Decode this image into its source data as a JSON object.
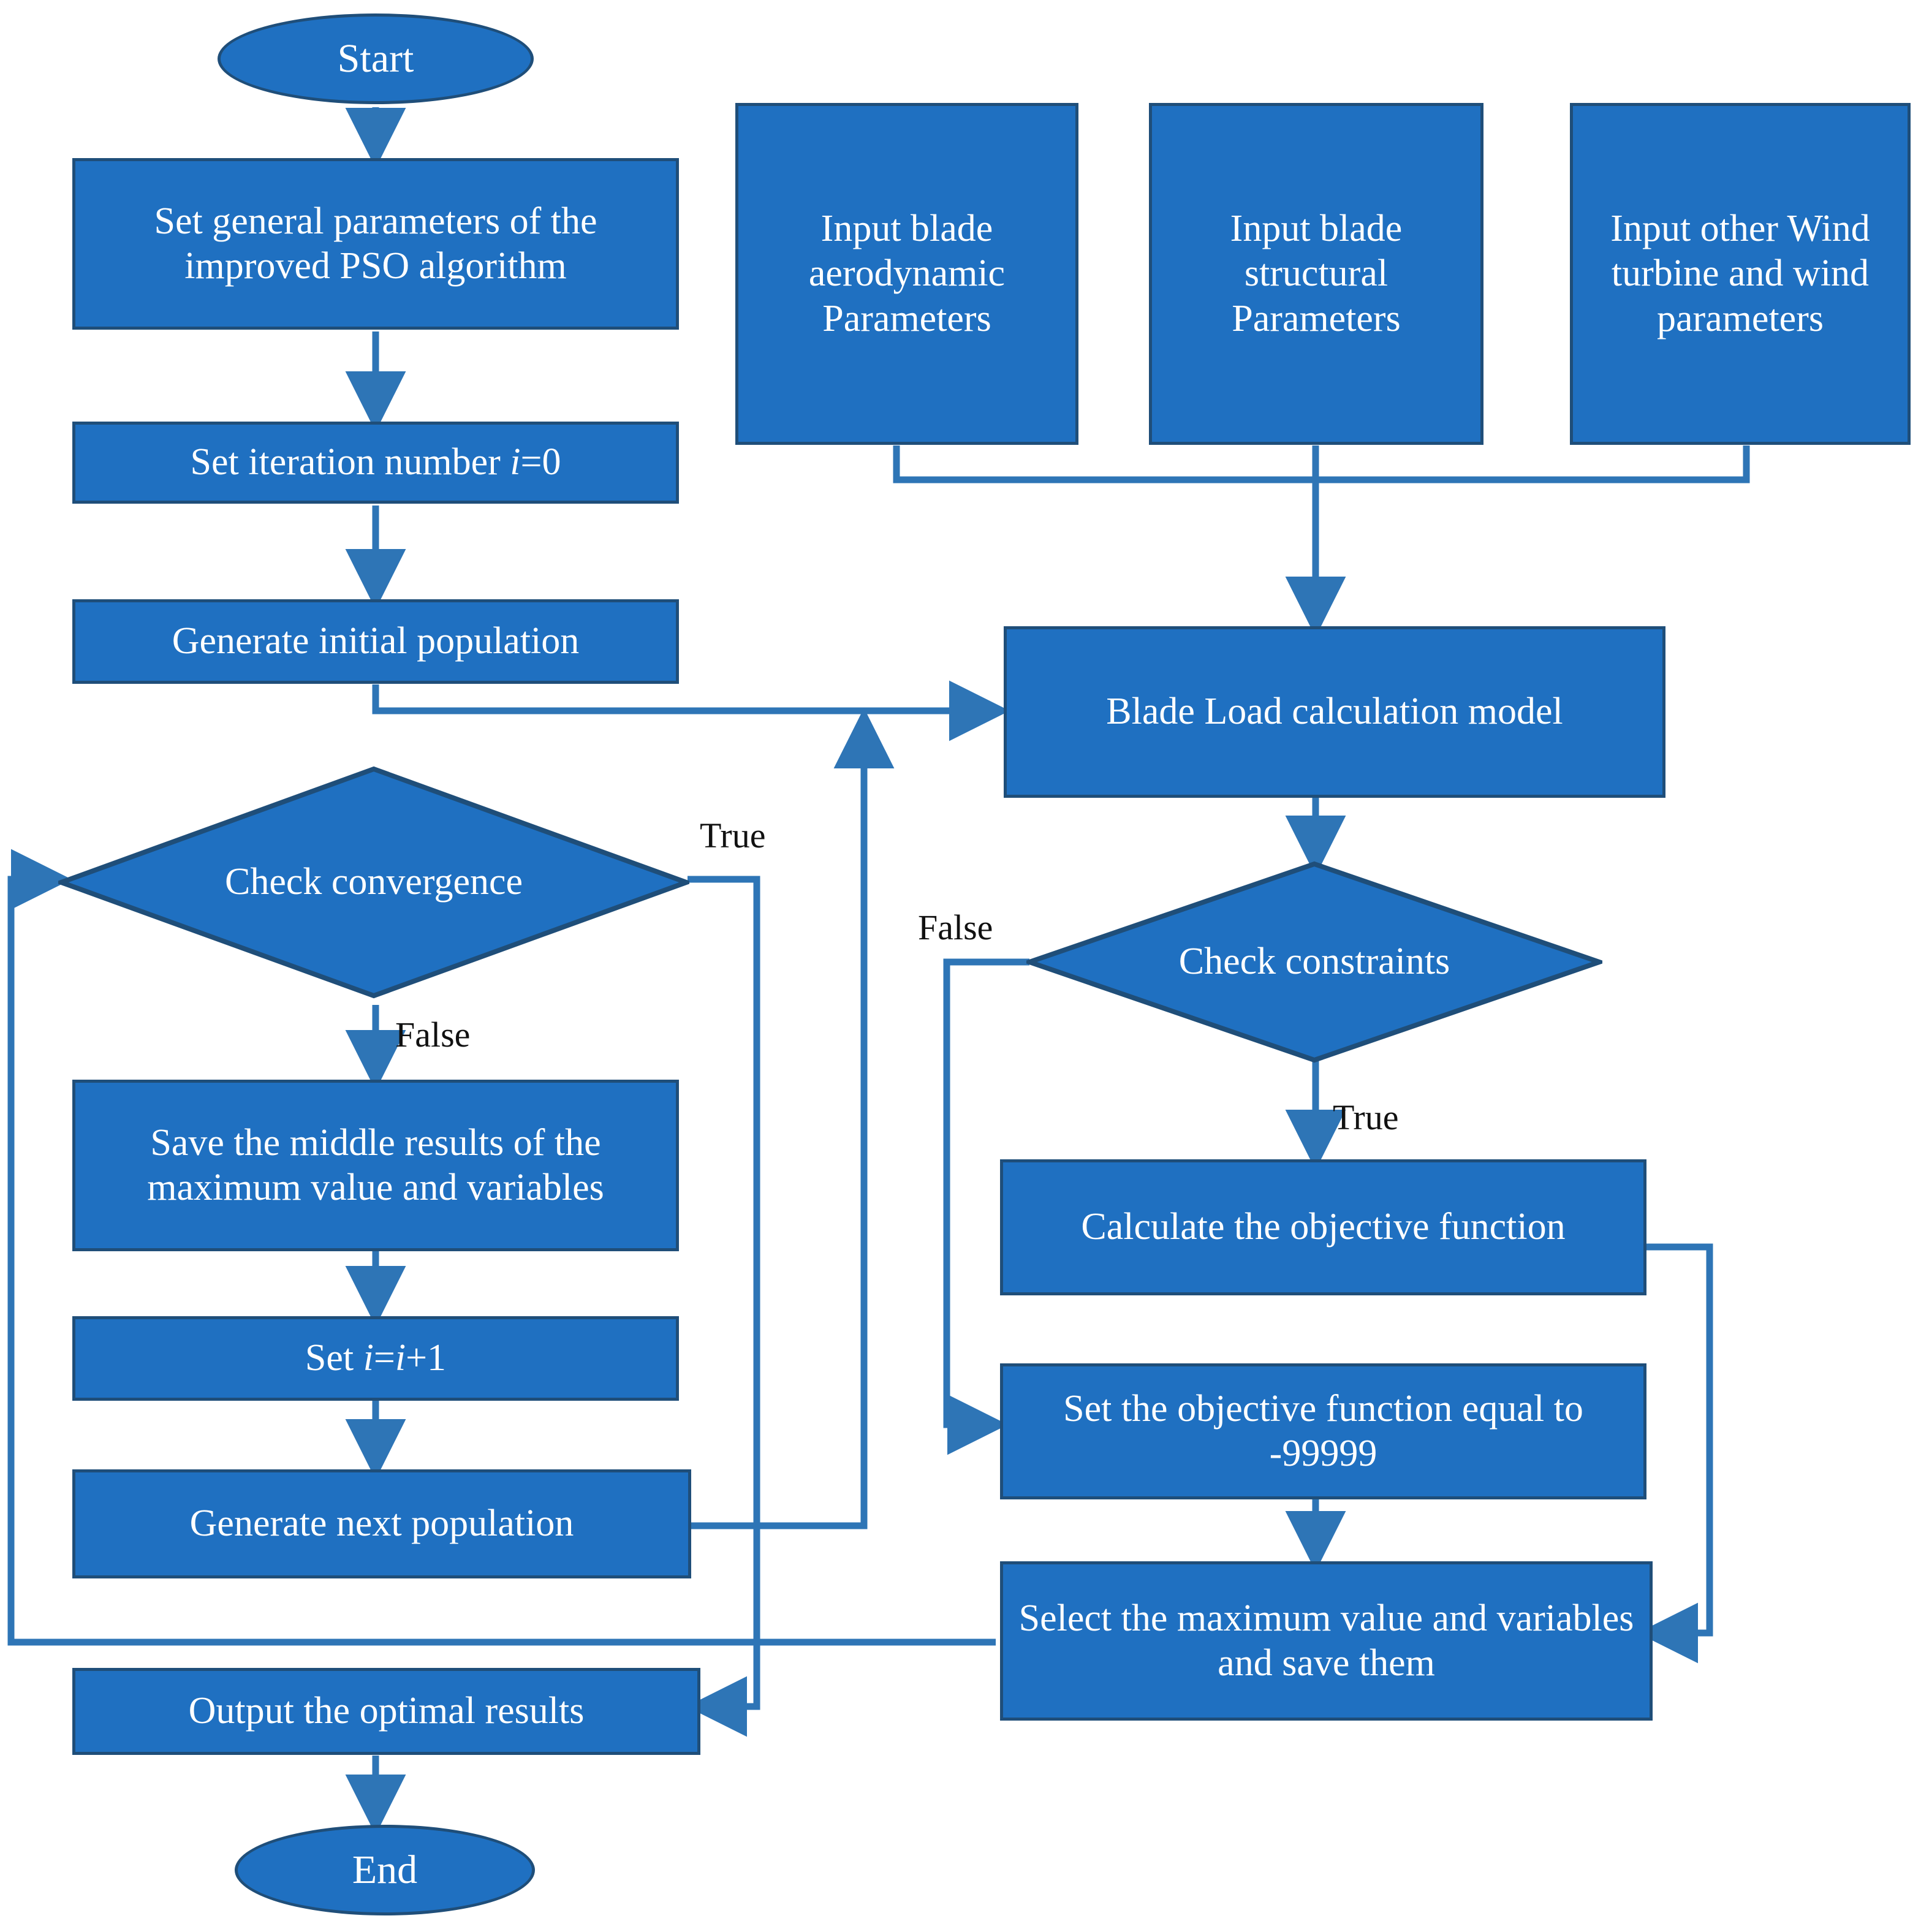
{
  "diagram": {
    "title": "Improved PSO wind turbine blade optimization flowchart",
    "colors": {
      "node_fill": "#1F70C1",
      "node_border": "#1F4E79",
      "node_text": "#FFFFFF",
      "edge": "#2E75B6",
      "edge_label_text": "#111111",
      "background": "#FFFFFF"
    }
  },
  "nodes": {
    "start": "Start",
    "set_general_params": "Set general parameters of the improved PSO algorithm",
    "set_iteration": "Set iteration number i=0",
    "generate_initial": "Generate initial population",
    "input_aero": "Input blade aerodynamic Parameters",
    "input_structural": "Input blade structural Parameters",
    "input_other": "Input other Wind turbine and wind parameters",
    "blade_load": "Blade Load calculation model",
    "check_convergence": "Check convergence",
    "check_constraints": "Check constraints",
    "save_middle": "Save the middle results of the maximum value and variables",
    "set_increment": "Set i=i+1",
    "generate_next": "Generate next population",
    "calculate_objective": "Calculate the objective function",
    "set_objective_penalty": "Set the objective function equal to -99999",
    "select_maximum": "Select the maximum value and variables and save them",
    "output_optimal": "Output the optimal results",
    "end": "End"
  },
  "edge_labels": {
    "convergence_true": "True",
    "convergence_false": "False",
    "constraints_false": "False",
    "constraints_true": "True"
  }
}
